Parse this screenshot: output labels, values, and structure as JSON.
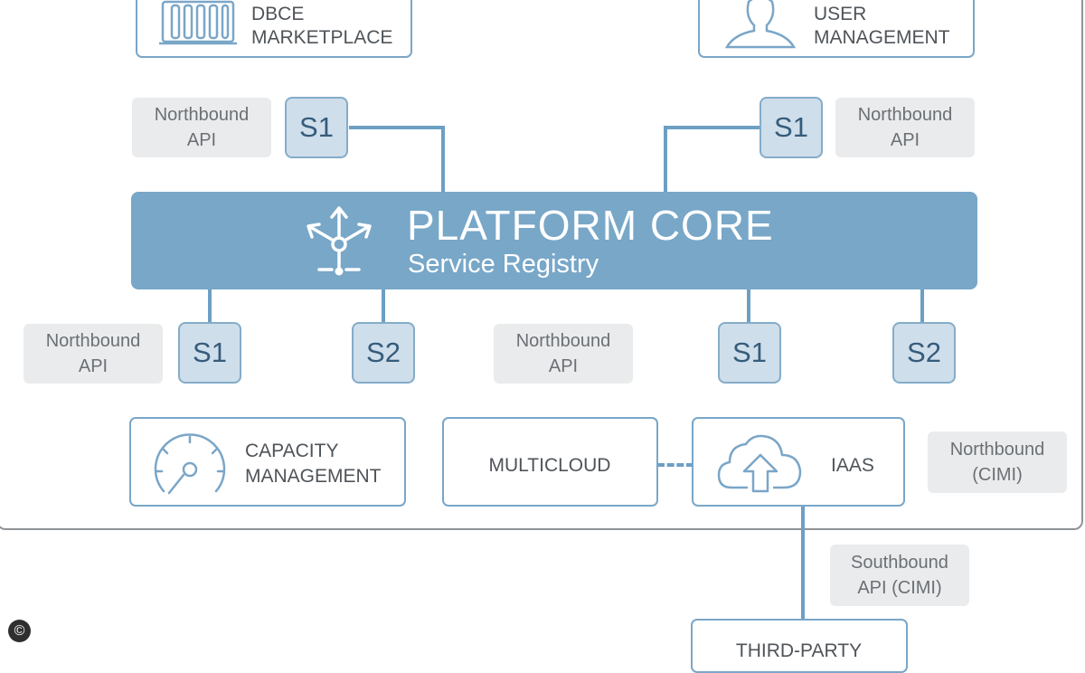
{
  "modules": {
    "marketplace": {
      "line1": "DBCE",
      "line2": "MARKETPLACE",
      "icon": "marketplace-building-icon"
    },
    "user_management": {
      "line1": "USER",
      "line2": "MANAGEMENT",
      "icon": "user-silhouette-icon"
    },
    "capacity_management": {
      "line1": "CAPACITY",
      "line2": "MANAGEMENT",
      "icon": "gauge-icon"
    },
    "multicloud": {
      "label": "MULTICLOUD"
    },
    "iaas": {
      "label": "IAAS",
      "icon": "cloud-upload-icon"
    },
    "third_party": {
      "label": "THIRD-PARTY"
    }
  },
  "core": {
    "title": "PLATFORM CORE",
    "subtitle": "Service Registry",
    "icon": "service-registry-arrows-icon"
  },
  "services": {
    "top_left": "S1",
    "top_right": "S1",
    "bottom_1": "S1",
    "bottom_2": "S2",
    "bottom_3": "S1",
    "bottom_4": "S2"
  },
  "api_labels": {
    "top_left": "Northbound\nAPI",
    "top_right": "Northbound\nAPI",
    "mid_left": "Northbound\nAPI",
    "mid_center": "Northbound\nAPI",
    "iaas_north": "Northbound\n(CIMI)",
    "iaas_south": "Southbound\nAPI (CIMI)"
  },
  "copyright_symbol": "©",
  "colors": {
    "core_fill": "#78a7c8",
    "module_border": "#7aa6c8",
    "service_fill": "#cfdeeb",
    "label_fill": "#eaebec"
  }
}
